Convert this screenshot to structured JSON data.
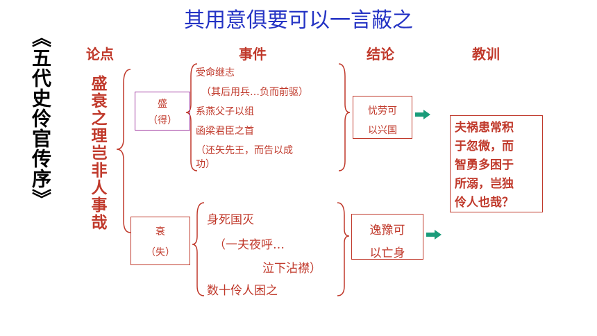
{
  "title": "其用意俱要可以一言蔽之",
  "side_title": "《五代史伶官传序》",
  "headers": {
    "argument": "论点",
    "events": "事件",
    "conclusion": "结论",
    "lesson": "教训"
  },
  "main_argument": "盛衰之理岂非人事哉",
  "rise": {
    "label": "盛",
    "sub": "（得）",
    "events": [
      "受命继志",
      "（其后用兵…负而前驱）",
      "系燕父子以组",
      "函梁君臣之首",
      "（还矢先王，而告以成",
      "功）"
    ],
    "conclusion_lines": [
      "忧劳可",
      "以兴国"
    ]
  },
  "fall": {
    "label": "衰",
    "sub": "（失）",
    "events": [
      "身死国灭",
      "（一夫夜呼…",
      "泣下沾襟）",
      "数十伶人困之"
    ],
    "conclusion_lines": [
      "逸豫可",
      "以亡身"
    ]
  },
  "lesson_lines": [
    "夫祸患常积",
    "于忽微，而",
    "智勇多困于",
    "所溺，岂独",
    "伶人也哉？"
  ],
  "colors": {
    "title": "#2433c4",
    "accent": "#c0392b",
    "arrow": "#1a9c7a"
  }
}
